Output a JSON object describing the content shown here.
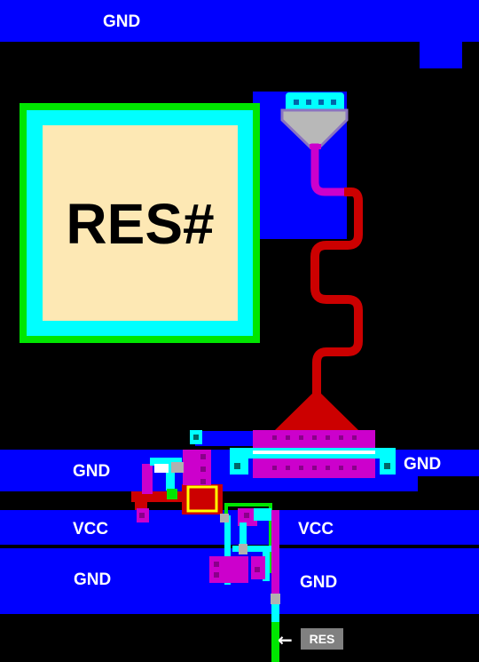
{
  "pad": {
    "label": "RES#"
  },
  "rails": {
    "top_gnd": "GND",
    "mid_gnd_left": "GND",
    "mid_gnd_right": "GND",
    "vcc_left": "VCC",
    "vcc_right": "VCC",
    "bottom_gnd_left": "GND",
    "bottom_gnd_right": "GND"
  },
  "pin": {
    "arrow": "←",
    "label": "RES"
  },
  "colors": {
    "background": "#000000",
    "metal_blue": "#0000ff",
    "pad_fill": "#fde8b4",
    "pad_ring_cyan": "#00ffff",
    "pad_ring_green": "#00e600",
    "poly_red": "#cc0000",
    "diffusion_magenta": "#cc00cc",
    "contact_purple": "#8a008a",
    "pin_tag": "#808080"
  }
}
